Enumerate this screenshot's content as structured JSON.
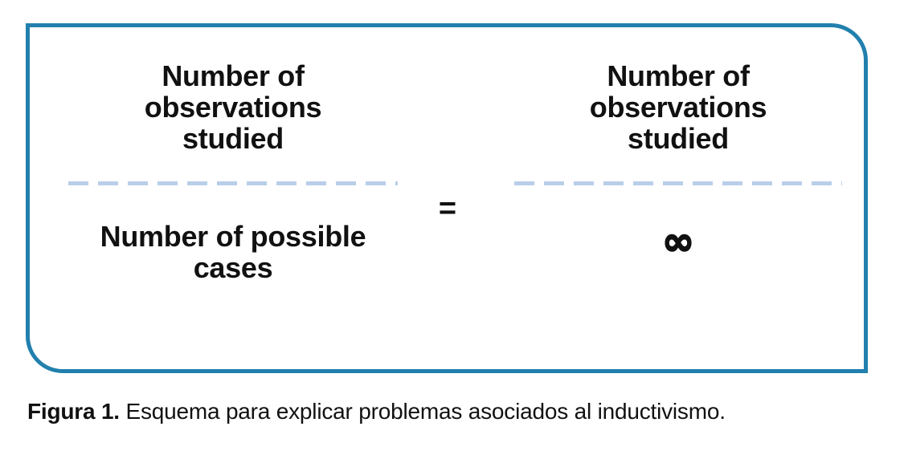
{
  "diagram": {
    "border_color": "#2180ad",
    "divider_color": "#b9cee9",
    "text_color": "#111111",
    "equals_sign": "=",
    "left_fraction": {
      "numerator": "Number of\nobservations\nstudied",
      "denominator": "Number of possible\ncases"
    },
    "right_fraction": {
      "numerator": "Number of\nobservations\nstudied",
      "denominator": "∞"
    }
  },
  "caption": {
    "label": "Figura 1.",
    "text": " Esquema para explicar problemas asociados al inductivismo."
  }
}
